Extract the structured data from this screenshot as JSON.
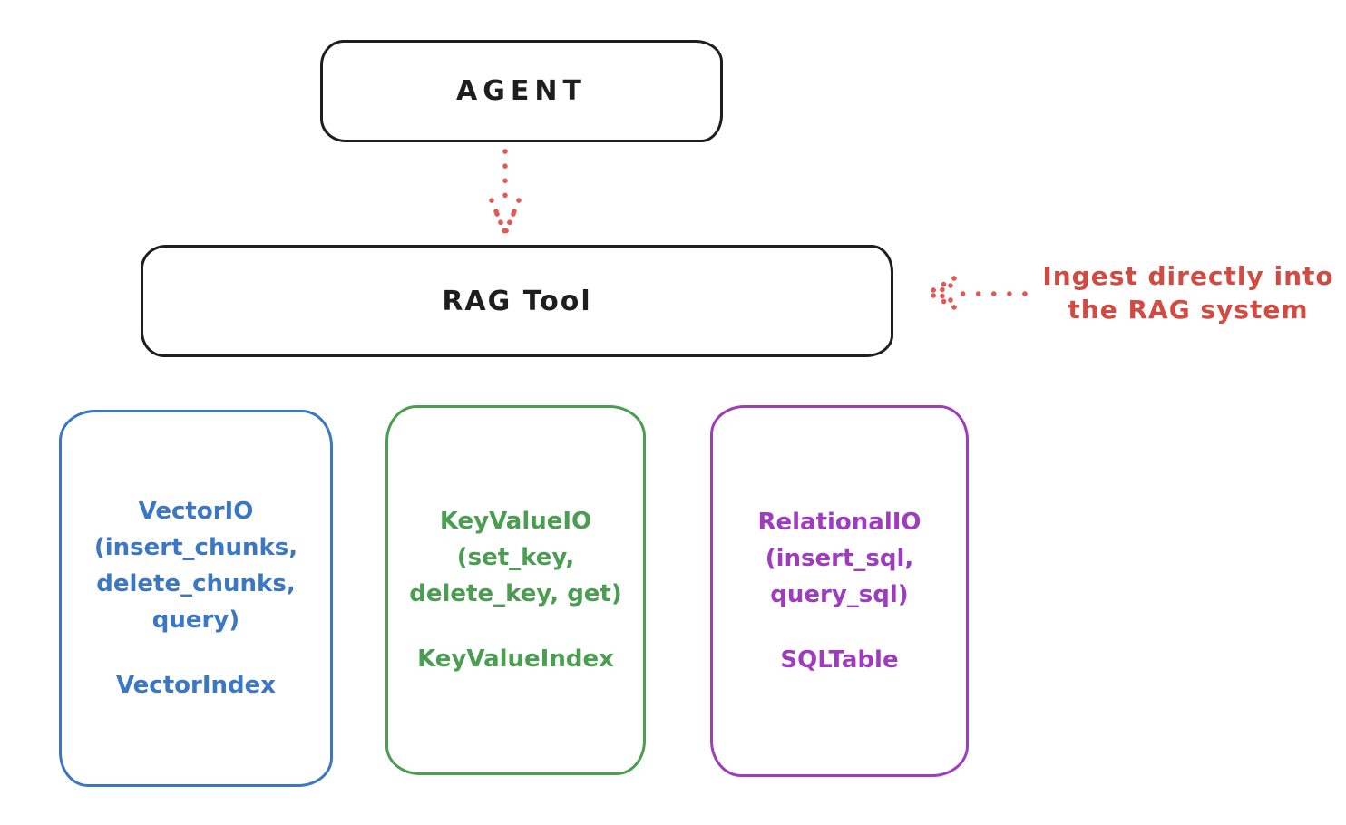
{
  "colors": {
    "background": "#ffffff",
    "stroke_black": "#1e1e1e",
    "annotation_red": "#d14b42",
    "arrow_red": "#e05a55",
    "vector_blue": "#3b77c2",
    "keyvalue_green": "#4a9d51",
    "relational_purple": "#9d3dbd"
  },
  "nodes": {
    "agent": {
      "label": "AGENT"
    },
    "rag_tool": {
      "label": "RAG Tool"
    }
  },
  "annotation": {
    "line1": "Ingest directly into",
    "line2": "the RAG system"
  },
  "stores": [
    {
      "id": "vector-io",
      "color": "#3b77c2",
      "lines": [
        "VectorIO",
        "(insert_chunks,",
        "delete_chunks,",
        "query)"
      ],
      "index_label": "VectorIndex"
    },
    {
      "id": "key-value-io",
      "color": "#4a9d51",
      "lines": [
        "KeyValueIO",
        "(set_key,",
        "delete_key, get)"
      ],
      "index_label": "KeyValueIndex"
    },
    {
      "id": "relational-io",
      "color": "#9d3dbd",
      "lines": [
        "RelationalIO",
        "(insert_sql,",
        "query_sql)"
      ],
      "index_label": "SQLTable"
    }
  ]
}
